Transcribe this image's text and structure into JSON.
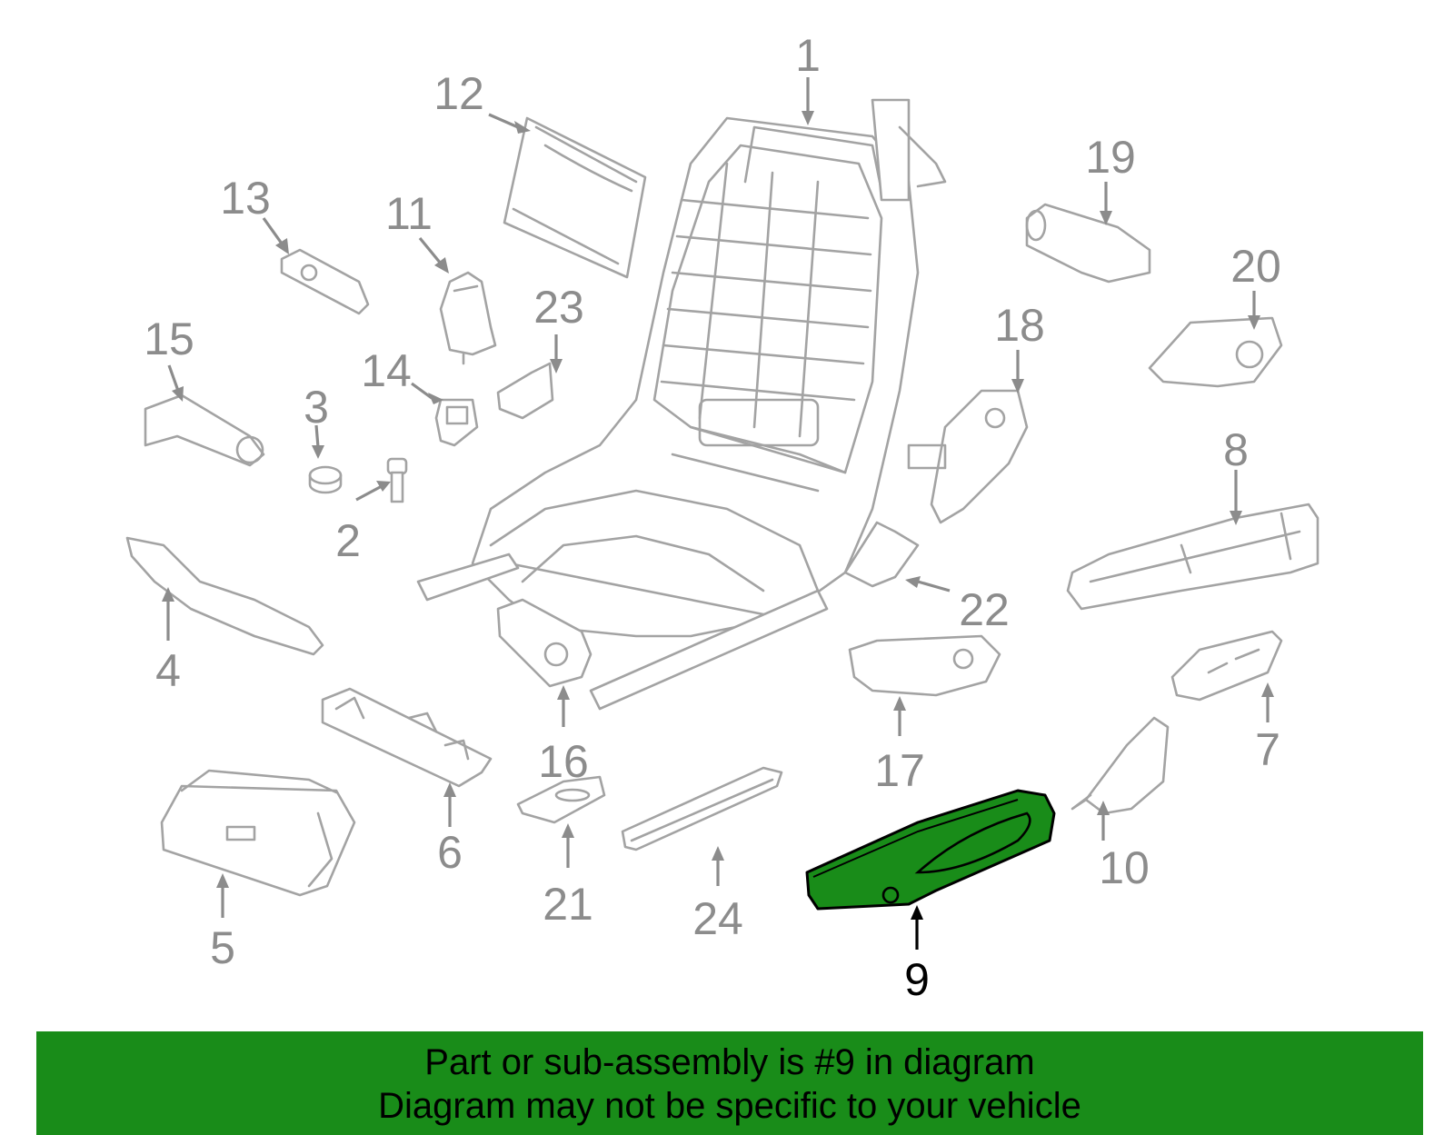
{
  "diagram": {
    "highlight_part": "9",
    "highlight_color": "#198c19",
    "line_color": "#a3a3a3",
    "label_color": "#8c8c8c",
    "callouts": [
      "1",
      "2",
      "3",
      "4",
      "5",
      "6",
      "7",
      "8",
      "9",
      "10",
      "11",
      "12",
      "13",
      "14",
      "15",
      "16",
      "17",
      "18",
      "19",
      "20",
      "21",
      "22",
      "23",
      "24"
    ]
  },
  "banner": {
    "line1": "Part or sub-assembly is #9 in diagram",
    "line2": "Diagram may not be specific to your vehicle",
    "background": "#198c19"
  }
}
